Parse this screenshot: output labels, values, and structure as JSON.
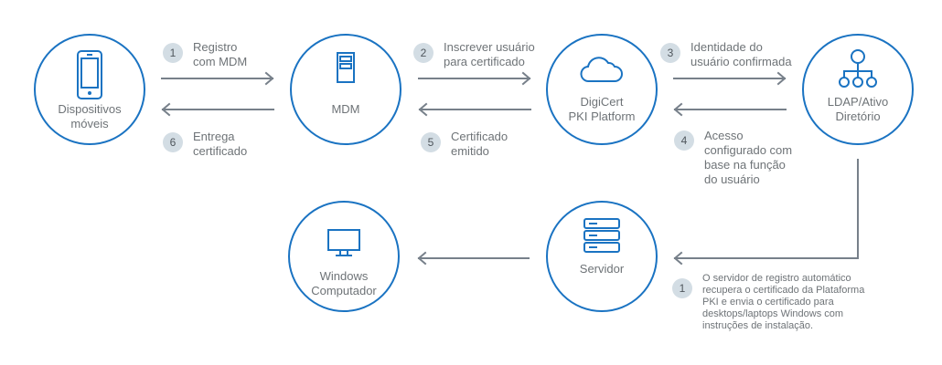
{
  "colors": {
    "node_border": "#1a73c2",
    "icon": "#1a73c2",
    "arrow": "#77808a",
    "badge_bg": "#d3dde4",
    "text": "#6e7377"
  },
  "nodes": [
    {
      "id": "mobile",
      "label": "Dispositivos\nmóveis",
      "icon": "smartphone-icon"
    },
    {
      "id": "mdm",
      "label": "MDM",
      "icon": "server-tower-icon"
    },
    {
      "id": "digicert",
      "label": "DigiCert\nPKI Platform",
      "icon": "cloud-icon"
    },
    {
      "id": "ldap",
      "label": "LDAP/Ativo\nDiretório",
      "icon": "hierarchy-icon"
    },
    {
      "id": "server",
      "label": "Servidor",
      "icon": "server-rack-icon"
    },
    {
      "id": "windows",
      "label": "Windows\nComputador",
      "icon": "monitor-icon"
    }
  ],
  "steps": [
    {
      "number": "1",
      "text": "Registro\ncom MDM"
    },
    {
      "number": "6",
      "text": "Entrega\ncertificado"
    },
    {
      "number": "2",
      "text": "Inscrever usuário\npara certificado"
    },
    {
      "number": "5",
      "text": "Certificado\nemitido"
    },
    {
      "number": "3",
      "text": "Identidade do\nusuário confirmada"
    },
    {
      "number": "4",
      "text": "Acesso\nconfigurado com\nbase na função\ndo usuário"
    },
    {
      "number": "1",
      "text": "O servidor de registro automático\nrecupera o certificado da Plataforma\nPKI e envia o certificado para\ndesktops/laptops Windows com\ninstruções de instalação."
    }
  ],
  "edges": [
    {
      "from": "mobile",
      "to": "mdm",
      "step": "1"
    },
    {
      "from": "mdm",
      "to": "mobile",
      "step": "6"
    },
    {
      "from": "mdm",
      "to": "digicert",
      "step": "2"
    },
    {
      "from": "digicert",
      "to": "mdm",
      "step": "5"
    },
    {
      "from": "digicert",
      "to": "ldap",
      "step": "3"
    },
    {
      "from": "ldap",
      "to": "digicert",
      "step": "4"
    },
    {
      "from": "ldap",
      "to": "server",
      "step": "1"
    },
    {
      "from": "server",
      "to": "windows",
      "step": ""
    }
  ]
}
